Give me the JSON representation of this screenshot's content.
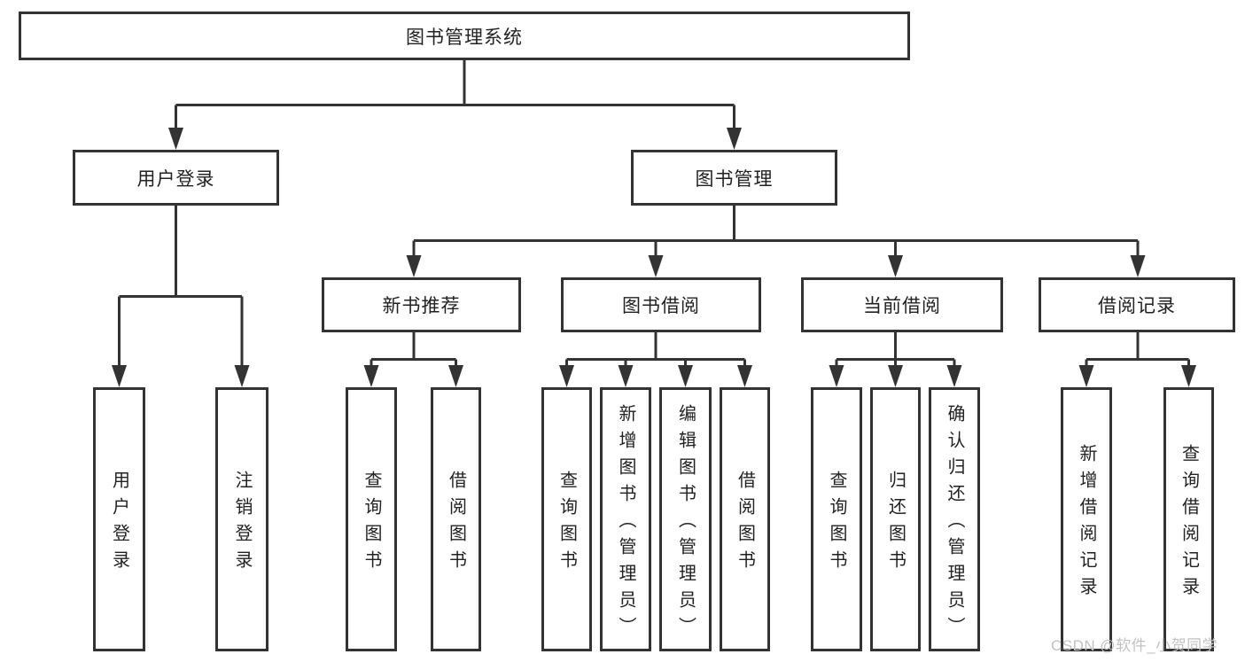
{
  "diagram": {
    "title": "图书管理系统",
    "branches": [
      {
        "label": "用户登录",
        "children": [
          {
            "label": "用户登录"
          },
          {
            "label": "注销登录"
          }
        ]
      },
      {
        "label": "图书管理",
        "children": [
          {
            "label": "新书推荐",
            "children": [
              {
                "label": "查询图书"
              },
              {
                "label": "借阅图书"
              }
            ]
          },
          {
            "label": "图书借阅",
            "children": [
              {
                "label": "查询图书"
              },
              {
                "label": "新增图书（管理员）"
              },
              {
                "label": "编辑图书（管理员）"
              },
              {
                "label": "借阅图书"
              }
            ]
          },
          {
            "label": "当前借阅",
            "children": [
              {
                "label": "查询图书"
              },
              {
                "label": "归还图书"
              },
              {
                "label": "确认归还（管理员）"
              }
            ]
          },
          {
            "label": "借阅记录",
            "children": [
              {
                "label": "新增借阅记录"
              },
              {
                "label": "查询借阅记录"
              }
            ]
          }
        ]
      }
    ]
  },
  "watermark": {
    "text": "CSDN @软件_小贺同学"
  },
  "colors": {
    "line": "#333333",
    "box_border": "#333333",
    "box_fill": "#ffffff",
    "text": "#222222",
    "watermark": "#c2c2c2"
  }
}
